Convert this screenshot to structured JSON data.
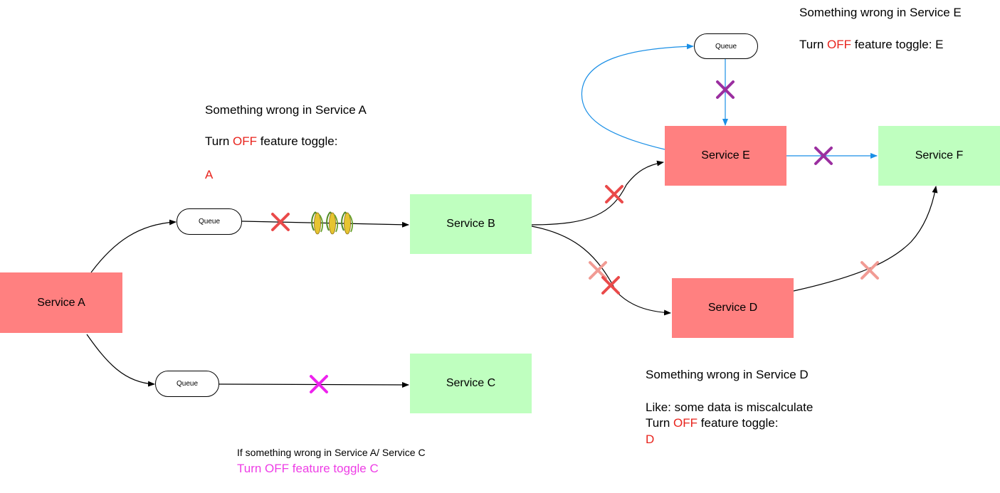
{
  "services": {
    "a": "Service A",
    "b": "Service B",
    "c": "Service C",
    "d": "Service D",
    "e": "Service E",
    "f": "Service F"
  },
  "queues": {
    "a_to_b": "Queue",
    "a_to_c": "Queue",
    "e_loop": "Queue"
  },
  "notes": {
    "service_a": {
      "line1": "Something wrong in Service A",
      "line2_prefix": "Turn ",
      "line2_off": "OFF",
      "line2_suffix": " feature toggle:",
      "toggle": "A"
    },
    "service_e": {
      "line1": "Something wrong in Service E",
      "line2_prefix": "Turn ",
      "line2_off": "OFF",
      "line2_suffix": " feature toggle: E"
    },
    "service_d": {
      "line1": "Something wrong in Service D",
      "line2": "Like: some data is miscalculate",
      "line3_prefix": "Turn ",
      "line3_off": "OFF",
      "line3_suffix": " feature toggle:",
      "toggle": "D"
    },
    "service_c": {
      "line1": "If something wrong in Service A/ Service C",
      "line2": "Turn OFF feature toggle C"
    }
  },
  "colors": {
    "failing_service": "#ff8080",
    "healthy_service": "#bfffbf",
    "off_text": "#e8231c",
    "toggle_c_text": "#ee3ee6",
    "cross_red": "#ea4a4a",
    "cross_faded": "#f19b94",
    "cross_magenta": "#ee22ee",
    "cross_purple": "#9b2fa0",
    "loop_arrow": "#1a8fe6"
  },
  "icons": [
    "cross-icon",
    "corn-icon"
  ]
}
